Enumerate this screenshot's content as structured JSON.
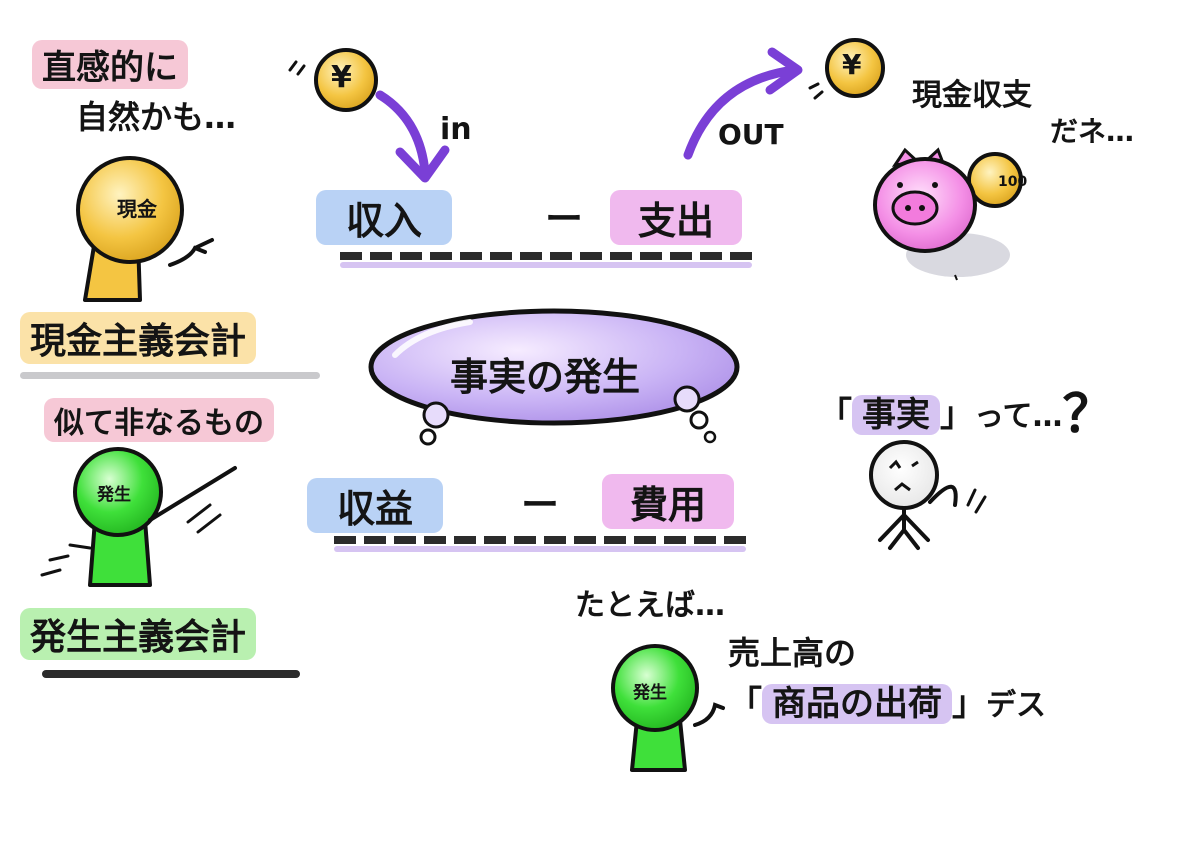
{
  "top_left": {
    "line1": "直感的に",
    "line2": "自然かも…"
  },
  "cash_char": {
    "label": "現金"
  },
  "cash_basis": {
    "title": "現金主義会計"
  },
  "similar": {
    "text": "似て非なるもの"
  },
  "accrual_char": {
    "label": "発生"
  },
  "accrual_basis": {
    "title": "発生主義会計"
  },
  "cash_flow": {
    "in_label": "in",
    "out_label": "OUT",
    "coin_symbol": "¥",
    "income": "収入",
    "minus": "ー",
    "expense": "支出"
  },
  "cash_note": {
    "line1": "現金収支",
    "line2": "だネ…",
    "coin_text": "100"
  },
  "fact_bubble": {
    "text": "事実の発生"
  },
  "accrual_flow": {
    "revenue": "収益",
    "minus": "ー",
    "cost": "費用"
  },
  "question": {
    "open_bracket": "「",
    "word": "事実",
    "close_bracket": "」",
    "tail": "って…",
    "mark": "？"
  },
  "example": {
    "intro": "たとえば…",
    "line1": "売上高の",
    "open_bracket": "「",
    "highlight": "商品の出荷",
    "close_bracket": "」",
    "tail": "デス",
    "char_label": "発生"
  },
  "colors": {
    "purple": "#7a3fd6",
    "yellow": "#f4c542",
    "green": "#3fe03a",
    "pink": "#f6c8d6",
    "blue": "#b9d2f5",
    "magenta": "#f0b9ee",
    "lavender": "#c9b3f5"
  }
}
